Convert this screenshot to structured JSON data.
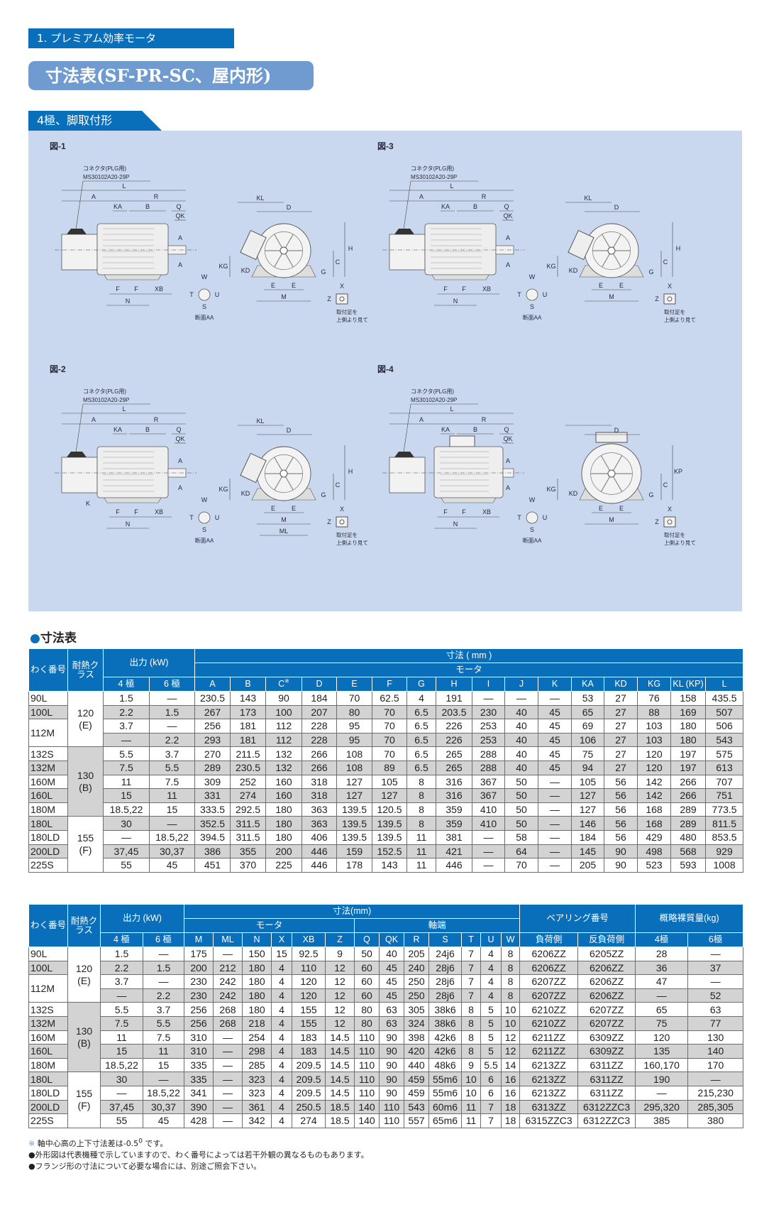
{
  "header": {
    "section_tab": "1. プレミアム効率モータ",
    "title": "寸法表(SF-PR-SC、屋内形)",
    "subtitle": "4極、脚取付形"
  },
  "figures": [
    {
      "title": "図-1",
      "connector": [
        "コネクタ(PLG用)",
        "MS30102A20-29P"
      ],
      "side_labels": [
        "L",
        "A",
        "R",
        "KA",
        "B",
        "Q",
        "QK",
        "A",
        "A",
        "F",
        "F",
        "XB",
        "N"
      ],
      "front_labels": [
        "KL",
        "D",
        "H",
        "C",
        "G",
        "KG",
        "KD",
        "E",
        "E",
        "M"
      ],
      "extra_labels": [],
      "section_labels": [
        "W",
        "T",
        "U",
        "S"
      ],
      "section_caption": "断面AA",
      "foot_labels": [
        "X",
        "Z"
      ],
      "foot_caption": [
        "取付足を",
        "上側より見て"
      ]
    },
    {
      "title": "図-3",
      "connector": [
        "コネクタ(PLG用)",
        "MS30102A20-29P"
      ],
      "side_labels": [
        "L",
        "A",
        "R",
        "KA",
        "B",
        "Q",
        "QK",
        "A",
        "A",
        "F",
        "F",
        "XB",
        "N"
      ],
      "front_labels": [
        "KL",
        "D",
        "H",
        "C",
        "G",
        "KG",
        "KD",
        "E",
        "E",
        "M"
      ],
      "extra_labels": [],
      "section_labels": [
        "W",
        "T",
        "U",
        "S"
      ],
      "section_caption": "断面AA",
      "foot_labels": [
        "X",
        "Z"
      ],
      "foot_caption": [
        "取付足を",
        "上側より見て"
      ]
    },
    {
      "title": "図-2",
      "connector": [
        "コネクタ(PLG用)",
        "MS30102A20-29P"
      ],
      "side_labels": [
        "L",
        "A",
        "R",
        "KA",
        "B",
        "Q",
        "QK",
        "A",
        "A",
        "F",
        "F",
        "XB",
        "N"
      ],
      "front_labels": [
        "KL",
        "D",
        "H",
        "C",
        "G",
        "KG",
        "KD",
        "E",
        "E",
        "M"
      ],
      "extra_labels": [
        "K",
        "ML"
      ],
      "section_labels": [
        "W",
        "T",
        "U",
        "S"
      ],
      "section_caption": "断面AA",
      "foot_labels": [
        "X",
        "Z"
      ],
      "foot_caption": [
        "取付足を",
        "上側より見て"
      ]
    },
    {
      "title": "図-4",
      "connector": [
        "コネクタ(PLG用)",
        "MS30102A20-29P"
      ],
      "side_labels": [
        "L",
        "A",
        "R",
        "KA",
        "B",
        "Q",
        "QK",
        "A",
        "A",
        "F",
        "F",
        "XB",
        "N"
      ],
      "front_labels": [
        "",
        "D",
        "KP",
        "C",
        "G",
        "KG",
        "KD",
        "E",
        "E",
        "M"
      ],
      "extra_labels": [],
      "section_labels": [
        "W",
        "T",
        "U",
        "S"
      ],
      "section_caption": "断面AA",
      "foot_labels": [
        "X",
        "Z"
      ],
      "foot_caption": [
        "取付足を",
        "上側より見て"
      ]
    }
  ],
  "table_section_title": "寸法表",
  "table1": {
    "h_frame": "わく番号",
    "h_class": "耐熱クラス",
    "h_output": "出力 (kW)",
    "h_dims": "寸法 ( mm )",
    "h_motor": "モータ",
    "cols": [
      "4 極",
      "6 極",
      "A",
      "B",
      "C",
      "D",
      "E",
      "F",
      "G",
      "H",
      "I",
      "J",
      "K",
      "KA",
      "KD",
      "KG",
      "KL (KP)",
      "L"
    ],
    "c_mark": "※",
    "rows": [
      {
        "frame": "90L",
        "class": "120 (E)",
        "values": [
          "1.5",
          "—",
          "230.5",
          "143",
          "90",
          "184",
          "70",
          "62.5",
          "4",
          "191",
          "—",
          "—",
          "—",
          "53",
          "27",
          "76",
          "158",
          "435.5"
        ]
      },
      {
        "frame": "100L",
        "class": "120 (E)",
        "values": [
          "2.2",
          "1.5",
          "267",
          "173",
          "100",
          "207",
          "80",
          "70",
          "6.5",
          "203.5",
          "230",
          "40",
          "45",
          "65",
          "27",
          "88",
          "169",
          "507"
        ]
      },
      {
        "frame": "112M",
        "class": "120 (E)",
        "values": [
          "3.7",
          "—",
          "256",
          "181",
          "112",
          "228",
          "95",
          "70",
          "6.5",
          "226",
          "253",
          "40",
          "45",
          "69",
          "27",
          "103",
          "180",
          "506"
        ]
      },
      {
        "frame": "112M",
        "class": "120 (E)",
        "values": [
          "—",
          "2.2",
          "293",
          "181",
          "112",
          "228",
          "95",
          "70",
          "6.5",
          "226",
          "253",
          "40",
          "45",
          "106",
          "27",
          "103",
          "180",
          "543"
        ]
      },
      {
        "frame": "132S",
        "class": "130 (B)",
        "values": [
          "5.5",
          "3.7",
          "270",
          "211.5",
          "132",
          "266",
          "108",
          "70",
          "6.5",
          "265",
          "288",
          "40",
          "45",
          "75",
          "27",
          "120",
          "197",
          "575"
        ]
      },
      {
        "frame": "132M",
        "class": "130 (B)",
        "values": [
          "7.5",
          "5.5",
          "289",
          "230.5",
          "132",
          "266",
          "108",
          "89",
          "6.5",
          "265",
          "288",
          "40",
          "45",
          "94",
          "27",
          "120",
          "197",
          "613"
        ]
      },
      {
        "frame": "160M",
        "class": "130 (B)",
        "values": [
          "11",
          "7.5",
          "309",
          "252",
          "160",
          "318",
          "127",
          "105",
          "8",
          "316",
          "367",
          "50",
          "—",
          "105",
          "56",
          "142",
          "266",
          "707"
        ]
      },
      {
        "frame": "160L",
        "class": "130 (B)",
        "values": [
          "15",
          "11",
          "331",
          "274",
          "160",
          "318",
          "127",
          "127",
          "8",
          "316",
          "367",
          "50",
          "—",
          "127",
          "56",
          "142",
          "266",
          "751"
        ]
      },
      {
        "frame": "180M",
        "class": "130 (B)",
        "values": [
          "18.5,22",
          "15",
          "333.5",
          "292.5",
          "180",
          "363",
          "139.5",
          "120.5",
          "8",
          "359",
          "410",
          "50",
          "—",
          "127",
          "56",
          "168",
          "289",
          "773.5"
        ]
      },
      {
        "frame": "180L",
        "class": "155 (F)",
        "values": [
          "30",
          "—",
          "352.5",
          "311.5",
          "180",
          "363",
          "139.5",
          "139.5",
          "8",
          "359",
          "410",
          "50",
          "—",
          "146",
          "56",
          "168",
          "289",
          "811.5"
        ]
      },
      {
        "frame": "180LD",
        "class": "155 (F)",
        "values": [
          "—",
          "18.5,22",
          "394.5",
          "311.5",
          "180",
          "406",
          "139.5",
          "139.5",
          "11",
          "381",
          "—",
          "58",
          "—",
          "184",
          "56",
          "429",
          "480",
          "853.5"
        ]
      },
      {
        "frame": "200LD",
        "class": "155 (F)",
        "values": [
          "37,45",
          "30,37",
          "386",
          "355",
          "200",
          "446",
          "159",
          "152.5",
          "11",
          "421",
          "—",
          "64",
          "—",
          "145",
          "90",
          "498",
          "568",
          "929"
        ]
      },
      {
        "frame": "225S",
        "class": "155 (F)",
        "values": [
          "55",
          "45",
          "451",
          "370",
          "225",
          "446",
          "178",
          "143",
          "11",
          "446",
          "—",
          "70",
          "—",
          "205",
          "90",
          "523",
          "593",
          "1008"
        ]
      }
    ]
  },
  "table2": {
    "h_frame": "わく番号",
    "h_class": "耐熱クラス",
    "h_output": "出力 (kW)",
    "h_dims": "寸法(mm)",
    "h_motor": "モータ",
    "h_shaft": "軸端",
    "h_bearing": "ベアリング番号",
    "h_mass": "概略裸質量(kg)",
    "cols": [
      "4 極",
      "6 極",
      "M",
      "ML",
      "N",
      "X",
      "XB",
      "Z",
      "Q",
      "QK",
      "R",
      "S",
      "T",
      "U",
      "W",
      "負荷側",
      "反負荷側",
      "4極",
      "6極"
    ],
    "rows": [
      {
        "frame": "90L",
        "class": "120 (E)",
        "values": [
          "1.5",
          "—",
          "175",
          "—",
          "150",
          "15",
          "92.5",
          "9",
          "50",
          "40",
          "205",
          "24j6",
          "7",
          "4",
          "8",
          "6206ZZ",
          "6205ZZ",
          "28",
          "—"
        ]
      },
      {
        "frame": "100L",
        "class": "120 (E)",
        "values": [
          "2.2",
          "1.5",
          "200",
          "212",
          "180",
          "4",
          "110",
          "12",
          "60",
          "45",
          "240",
          "28j6",
          "7",
          "4",
          "8",
          "6206ZZ",
          "6206ZZ",
          "36",
          "37"
        ]
      },
      {
        "frame": "112M",
        "class": "120 (E)",
        "values": [
          "3.7",
          "—",
          "230",
          "242",
          "180",
          "4",
          "120",
          "12",
          "60",
          "45",
          "250",
          "28j6",
          "7",
          "4",
          "8",
          "6207ZZ",
          "6206ZZ",
          "47",
          "—"
        ]
      },
      {
        "frame": "112M",
        "class": "120 (E)",
        "values": [
          "—",
          "2.2",
          "230",
          "242",
          "180",
          "4",
          "120",
          "12",
          "60",
          "45",
          "250",
          "28j6",
          "7",
          "4",
          "8",
          "6207ZZ",
          "6206ZZ",
          "—",
          "52"
        ]
      },
      {
        "frame": "132S",
        "class": "130 (B)",
        "values": [
          "5.5",
          "3.7",
          "256",
          "268",
          "180",
          "4",
          "155",
          "12",
          "80",
          "63",
          "305",
          "38k6",
          "8",
          "5",
          "10",
          "6210ZZ",
          "6207ZZ",
          "65",
          "63"
        ]
      },
      {
        "frame": "132M",
        "class": "130 (B)",
        "values": [
          "7.5",
          "5.5",
          "256",
          "268",
          "218",
          "4",
          "155",
          "12",
          "80",
          "63",
          "324",
          "38k6",
          "8",
          "5",
          "10",
          "6210ZZ",
          "6207ZZ",
          "75",
          "77"
        ]
      },
      {
        "frame": "160M",
        "class": "130 (B)",
        "values": [
          "11",
          "7.5",
          "310",
          "—",
          "254",
          "4",
          "183",
          "14.5",
          "110",
          "90",
          "398",
          "42k6",
          "8",
          "5",
          "12",
          "6211ZZ",
          "6309ZZ",
          "120",
          "130"
        ]
      },
      {
        "frame": "160L",
        "class": "130 (B)",
        "values": [
          "15",
          "11",
          "310",
          "—",
          "298",
          "4",
          "183",
          "14.5",
          "110",
          "90",
          "420",
          "42k6",
          "8",
          "5",
          "12",
          "6211ZZ",
          "6309ZZ",
          "135",
          "140"
        ]
      },
      {
        "frame": "180M",
        "class": "130 (B)",
        "values": [
          "18.5,22",
          "15",
          "335",
          "—",
          "285",
          "4",
          "209.5",
          "14.5",
          "110",
          "90",
          "440",
          "48k6",
          "9",
          "5.5",
          "14",
          "6213ZZ",
          "6311ZZ",
          "160,170",
          "170"
        ]
      },
      {
        "frame": "180L",
        "class": "155 (F)",
        "values": [
          "30",
          "—",
          "335",
          "—",
          "323",
          "4",
          "209.5",
          "14.5",
          "110",
          "90",
          "459",
          "55m6",
          "10",
          "6",
          "16",
          "6213ZZ",
          "6311ZZ",
          "190",
          "—"
        ]
      },
      {
        "frame": "180LD",
        "class": "155 (F)",
        "values": [
          "—",
          "18.5,22",
          "341",
          "—",
          "323",
          "4",
          "209.5",
          "14.5",
          "110",
          "90",
          "459",
          "55m6",
          "10",
          "6",
          "16",
          "6213ZZ",
          "6311ZZ",
          "—",
          "215,230"
        ]
      },
      {
        "frame": "200LD",
        "class": "155 (F)",
        "values": [
          "37,45",
          "30,37",
          "390",
          "—",
          "361",
          "4",
          "250.5",
          "18.5",
          "140",
          "110",
          "543",
          "60m6",
          "11",
          "7",
          "18",
          "6313ZZ",
          "6312ZZC3",
          "295,320",
          "285,305"
        ]
      },
      {
        "frame": "225S",
        "class": "155 (F)",
        "values": [
          "55",
          "45",
          "428",
          "—",
          "342",
          "4",
          "274",
          "18.5",
          "140",
          "110",
          "557",
          "65m6",
          "11",
          "7",
          "18",
          "6315ZZC3",
          "6312ZZC3",
          "385",
          "380"
        ]
      }
    ]
  },
  "notes": {
    "mark": "※",
    "note1_pre": "軸中心高の上下寸法差は",
    "note1_tol_upper": "0",
    "note1_tol_lower": "-0.5",
    "note1_post": "です。",
    "note2": "●外形図は代表機種で示していますので、わく番号によっては若干外観の異なるものもあります。",
    "note3": "●フランジ形の寸法について必要な場合には、別途ご照会下さい。"
  },
  "colors": {
    "header_blue": "#0a6fba",
    "title_blue": "#6f9bd1",
    "panel": "#c9d8ee",
    "row_gray": "#d3d3d3"
  }
}
